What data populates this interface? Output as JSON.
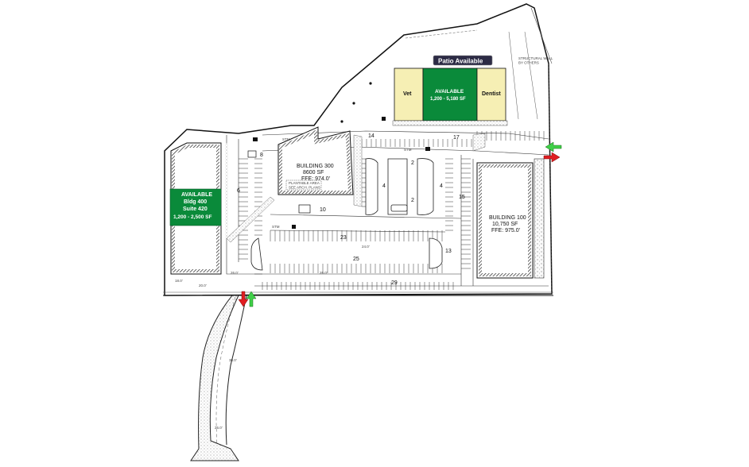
{
  "callouts": {
    "patio": "Patio Available",
    "suite_a_tenant_left": "Vet",
    "suite_a_available": "AVAILABLE",
    "suite_a_range": "1,200 - 5,180 SF",
    "suite_a_tenant_right": "Dentist",
    "bldg400_line1": "AVAILABLE",
    "bldg400_line2": "Bldg 400",
    "bldg400_line3": "Suite 420",
    "bldg400_line4": "1,200 - 2,500 SF"
  },
  "buildings": {
    "b300_name": "BUILDING 300",
    "b300_area": "8600 SF",
    "b300_ffe": "FFE: 974.0'",
    "b100_name": "BUILDING 100",
    "b100_area": "10,750 SF",
    "b100_ffe": "FFE: 975.0'"
  },
  "stall_counts": {
    "s14": "14",
    "s17": "17",
    "s8": "8",
    "s6": "6",
    "s2a": "2",
    "s2b": "2",
    "s4a": "4",
    "s4b": "4",
    "s15": "15",
    "s10": "10",
    "s23": "23",
    "s25": "25",
    "s29": "29",
    "s13": "13"
  },
  "notes": {
    "stm1": "STM",
    "stm2": "STM",
    "stm3": "STM",
    "plantable": "PLANTABLE AREA\nSEE ARCH. PLANS",
    "structural": "STRUCTURAL WALL\nBY OTHERS",
    "d26a": "26.0'",
    "d26b": "26.0'",
    "d26c": "26.0'",
    "d20": "20.0'",
    "d18": "18.0'",
    "d30": "30.0'",
    "d24": "24.0'"
  },
  "colors": {
    "available_green": "#0a8a3a",
    "suite_yellow": "#f6efb4",
    "patio_badge": "#2c2b45",
    "arrow_green": "#3fcf48",
    "arrow_red": "#e01e22",
    "linework": "#222222"
  },
  "icons": [
    "arrow-down-red-icon",
    "arrow-up-green-icon",
    "arrow-left-green-icon",
    "arrow-right-red-icon"
  ]
}
